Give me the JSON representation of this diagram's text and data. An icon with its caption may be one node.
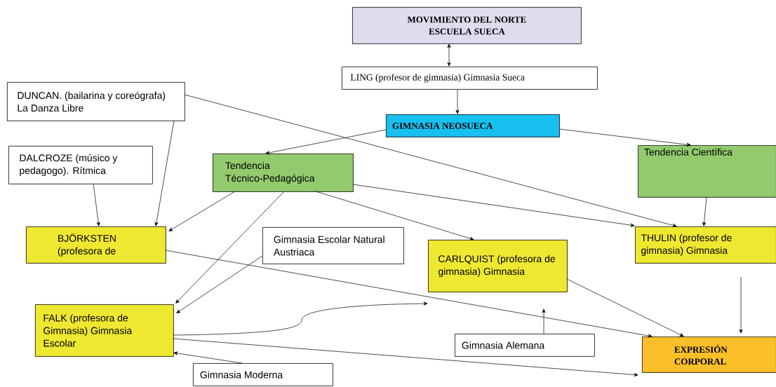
{
  "diagram": {
    "nodes": [
      {
        "text": [
          "MOVIMIENTO DEL NORTE ESCUELA SUECA"
        ]
      },
      {
        "text": [
          "LING (profesor de gimnasia) Gimnasia Sueca"
        ]
      },
      {
        "text": [
          "DUNCAN. (bailarina y coreógrafa) La Danza Libre"
        ]
      },
      {
        "text": [
          "GIMNASIA NEOSUECA"
        ]
      },
      {
        "text": [
          "DALCROZE (músico y pedagogo). Rítmica"
        ]
      },
      {
        "text": [
          "Tendencia Técnico-Pedagógica"
        ]
      },
      {
        "text": [
          "Tendencia Científica"
        ]
      },
      {
        "text": [
          "BJÖRKSTEN (profesora de"
        ]
      },
      {
        "text": [
          "Gimnasia Escolar Natural Austriaca"
        ]
      },
      {
        "text": [
          "CARLQUIST (profesora de gimnasia) Gimnasia"
        ]
      },
      {
        "text": [
          "THULIN (profesor de gimnasia) Gimnasia"
        ]
      },
      {
        "text": [
          "FALK (profesora de Gimnasia) Gimnasia Escolar"
        ]
      },
      {
        "text": [
          "Gimnasia Alemana"
        ]
      },
      {
        "text": [
          "EXPRESIÓN CORPORAL"
        ]
      },
      {
        "text": [
          "Gimnasia Moderna"
        ]
      }
    ],
    "edges": [
      {
        "from": 0,
        "to": 1,
        "arrow": "both"
      },
      {
        "from": 1,
        "to": 3,
        "arrow": "to"
      },
      {
        "from": 3,
        "to": 5,
        "arrow": "to"
      },
      {
        "from": 3,
        "to": 6,
        "arrow": "to"
      },
      {
        "from": 2,
        "to": 10,
        "arrow": "to"
      },
      {
        "from": 2,
        "to": 7,
        "arrow": "to"
      },
      {
        "from": 4,
        "to": 7,
        "arrow": "to"
      },
      {
        "from": 5,
        "to": 7,
        "arrow": "to"
      },
      {
        "from": 5,
        "to": 11,
        "arrow": "to"
      },
      {
        "from": 5,
        "to": 10,
        "arrow": "to"
      },
      {
        "from": 5,
        "to": 9,
        "arrow": "to"
      },
      {
        "from": 6,
        "to": 10,
        "arrow": "to"
      },
      {
        "from": 8,
        "to": 11,
        "arrow": "to"
      },
      {
        "from": 7,
        "to": 13,
        "arrow": "to"
      },
      {
        "from": 9,
        "to": 13,
        "arrow": "to"
      },
      {
        "from": 11,
        "to": null,
        "arrow": "to"
      },
      {
        "from": 12,
        "to": null,
        "arrow": "to"
      },
      {
        "from": null,
        "to": 13,
        "arrow": "to"
      },
      {
        "from": 11,
        "to": 13,
        "arrow": "to"
      },
      {
        "from": 14,
        "to": 11,
        "arrow": "to"
      }
    ]
  }
}
